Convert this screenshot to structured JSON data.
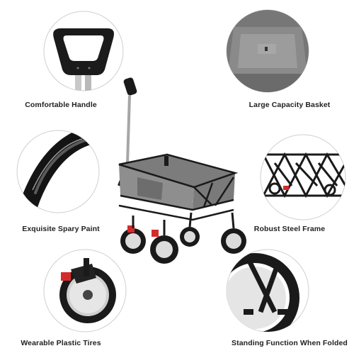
{
  "features": {
    "handle": "Comfortable Handle",
    "basket": "Large Capacity Basket",
    "paint": "Exquisite Spary Paint",
    "frame": "Robust Steel Frame",
    "tires": "Wearable Plastic Tires",
    "standing": "Standing Function When Folded"
  },
  "colors": {
    "fabric": "#8c8c8c",
    "frame": "#1a1a1a",
    "accent": "#d32b2b",
    "circle_border": "#cfcfcf"
  }
}
